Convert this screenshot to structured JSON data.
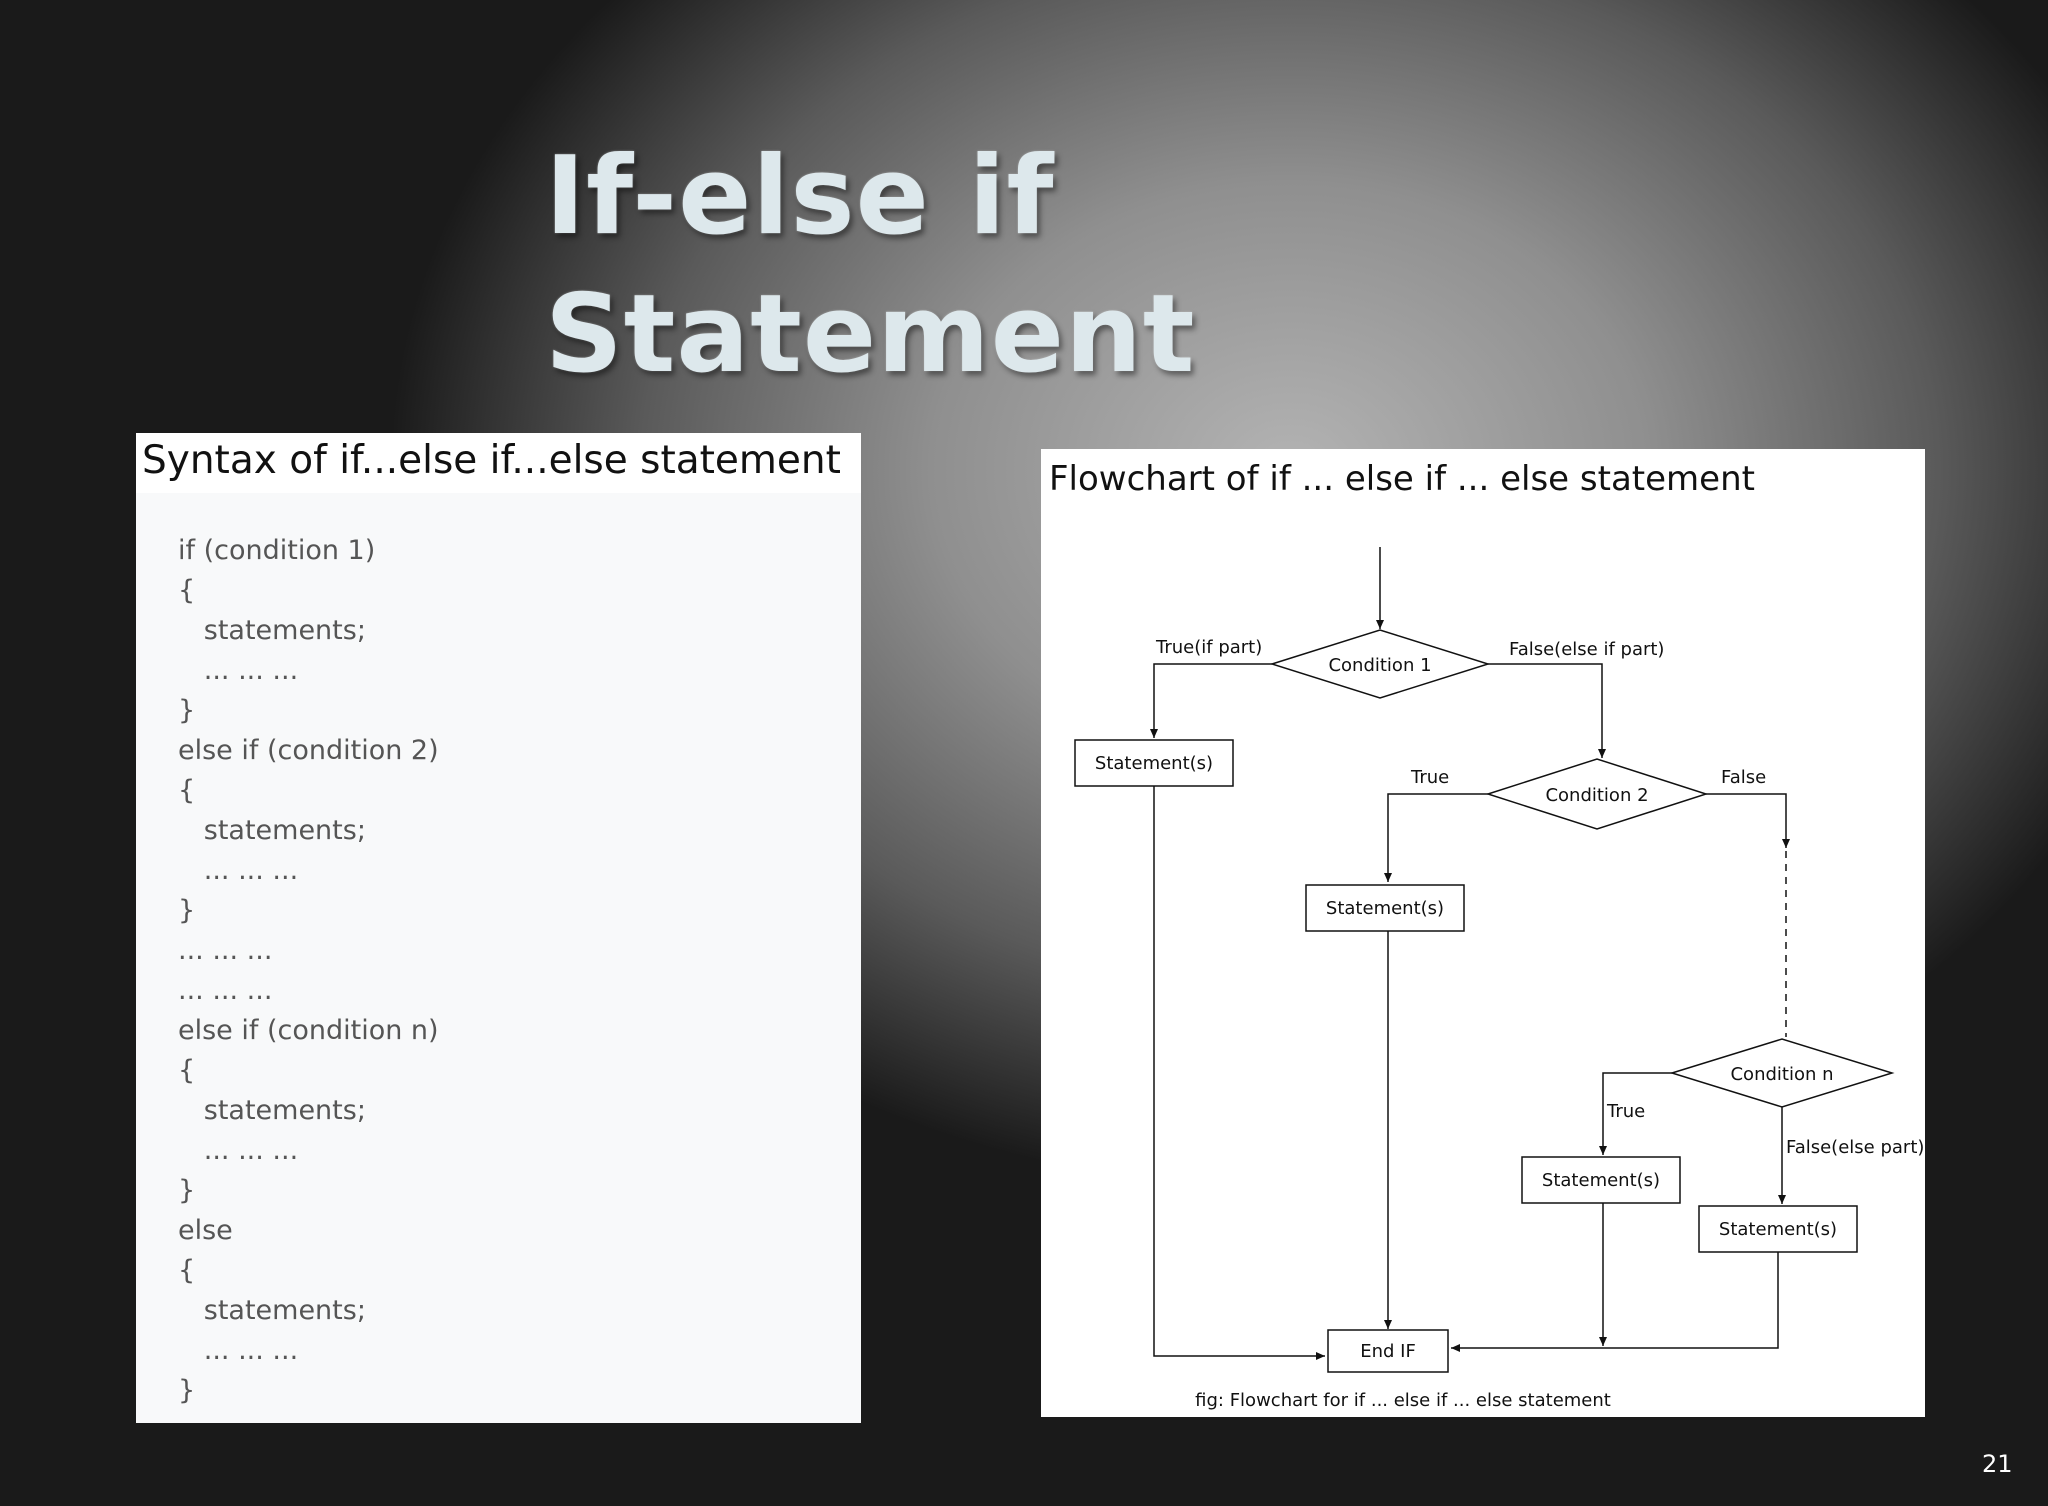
{
  "slide": {
    "title_line1": "If-else if",
    "title_line2": "Statement",
    "page_number": "21"
  },
  "syntax": {
    "title": "Syntax of if...else if...else statement",
    "lines": [
      "if (condition 1)",
      "{",
      "   statements;",
      "   ... ... ...",
      "}",
      "else if (condition 2)",
      "{",
      "   statements;",
      "   ... ... ...",
      "}",
      "... ... ...",
      "... ... ...",
      "else if (condition n)",
      "{",
      "   statements;",
      "   ... ... ...",
      "}",
      "else",
      "{",
      "   statements;",
      "   ... ... ...",
      "}"
    ]
  },
  "flowchart": {
    "title": "Flowchart of if ... else if ... else statement",
    "condition1": "Condition 1",
    "condition2": "Condition 2",
    "conditionn": "Condition n",
    "true_if_part": "True(if part)",
    "false_else_if_part": "False(else if part)",
    "true2": "True",
    "false2": "False",
    "truen": "True",
    "false_else_part": "False(else part)",
    "statement1": "Statement(s)",
    "statement2": "Statement(s)",
    "statementn": "Statement(s)",
    "statement_else": "Statement(s)",
    "end_if": "End IF",
    "caption": "fig: Flowchart for if ... else if ... else statement"
  }
}
